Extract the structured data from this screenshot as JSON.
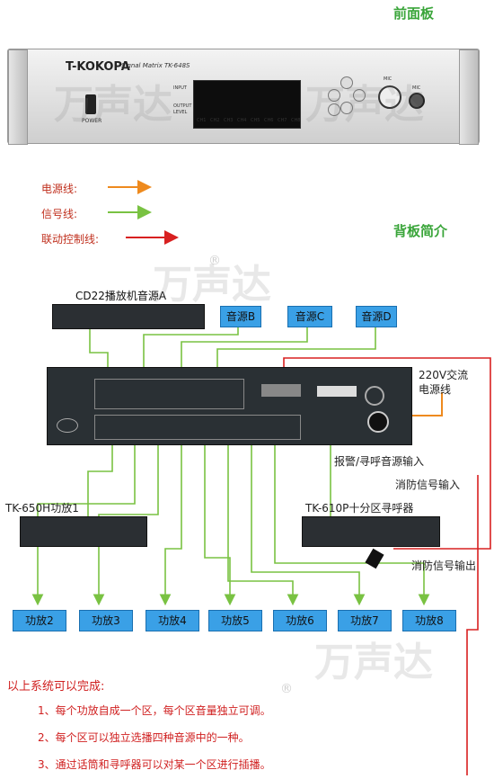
{
  "header": {
    "front_title": "前面板",
    "back_title": "背板简介"
  },
  "front_panel": {
    "brand": "T-KOKOPA",
    "model": "Signal Matrix TK-648S",
    "power_label": "POWER",
    "input_label": "INPUT",
    "output_label": "OUTPUT",
    "level_label": "LEVEL",
    "mic_label": "MIC",
    "mic2_label": "MIC",
    "channels": [
      "CH1",
      "CH2",
      "CH3",
      "CH4",
      "CH5",
      "CH6",
      "CH7",
      "CH8"
    ]
  },
  "legend": {
    "power_line": "电源线:",
    "signal_line": "信号线:",
    "control_line": "联动控制线:",
    "colors": {
      "power": "#ee8a1e",
      "signal": "#79c242",
      "control": "#d82020"
    }
  },
  "sources": {
    "cd_label": "CD22播放机音源A",
    "b": "音源B",
    "c": "音源C",
    "d": "音源D"
  },
  "back_panel": {
    "power_note_line1": "220V交流",
    "power_note_line2": "电源线",
    "alarm_note": "报警/寻呼音源输入"
  },
  "devices": {
    "amp1": "TK-650H功放1",
    "pager": "TK-610P十分区寻呼器",
    "fire_in": "消防信号输入",
    "fire_out": "消防信号输出"
  },
  "amplifiers": [
    "功放2",
    "功放3",
    "功放4",
    "功放5",
    "功放6",
    "功放7",
    "功放8"
  ],
  "summary": {
    "title": "以上系统可以完成:",
    "items": [
      "1、每个功放自成一个区，每个区音量独立可调。",
      "2、每个区可以独立选播四种音源中的一种。",
      "3、通过话筒和寻呼器可以对某一个区进行插播。"
    ]
  },
  "watermark": {
    "text": "万声达",
    "mark": "®"
  }
}
